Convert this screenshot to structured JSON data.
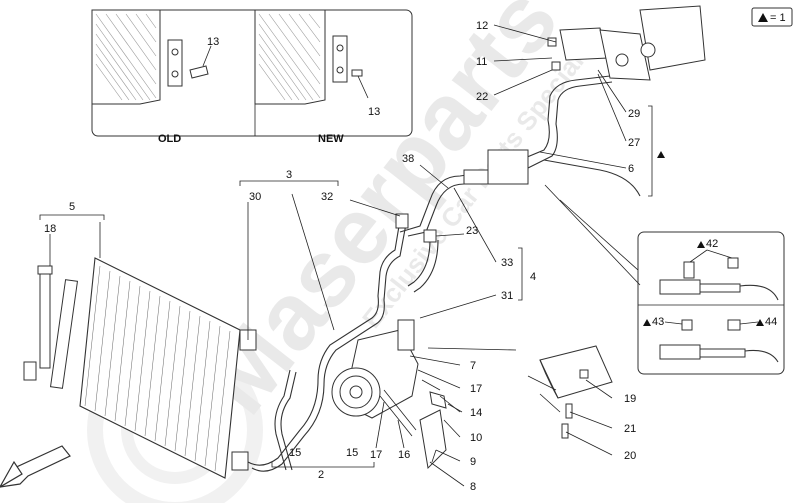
{
  "legend": {
    "text": "= 1",
    "marker": "triangle"
  },
  "inset": {
    "old_label": "OLD",
    "new_label": "NEW",
    "old_callout": "13",
    "new_callout": "13"
  },
  "detail_box": {
    "labels": [
      "42",
      "43",
      "44"
    ]
  },
  "callouts": {
    "c1": "12",
    "c2": "11",
    "c3": "22",
    "c4": "29",
    "c5": "27",
    "c6": "6",
    "c7": "38",
    "c8": "3",
    "c9": "30",
    "c10": "32",
    "c11": "5",
    "c12": "18",
    "c13": "23",
    "c14": "33",
    "c15": "4",
    "c16": "31",
    "c17": "7",
    "c18": "17",
    "c19": "14",
    "c20": "10",
    "c21": "9",
    "c22": "8",
    "c23": "16",
    "c24": "17",
    "c25": "15",
    "c26": "15",
    "c27": "2",
    "c28": "19",
    "c29": "21",
    "c30": "20"
  },
  "watermark": {
    "brand": "Maserparts",
    "tagline": "Exclusive Car Parts Specialist"
  }
}
